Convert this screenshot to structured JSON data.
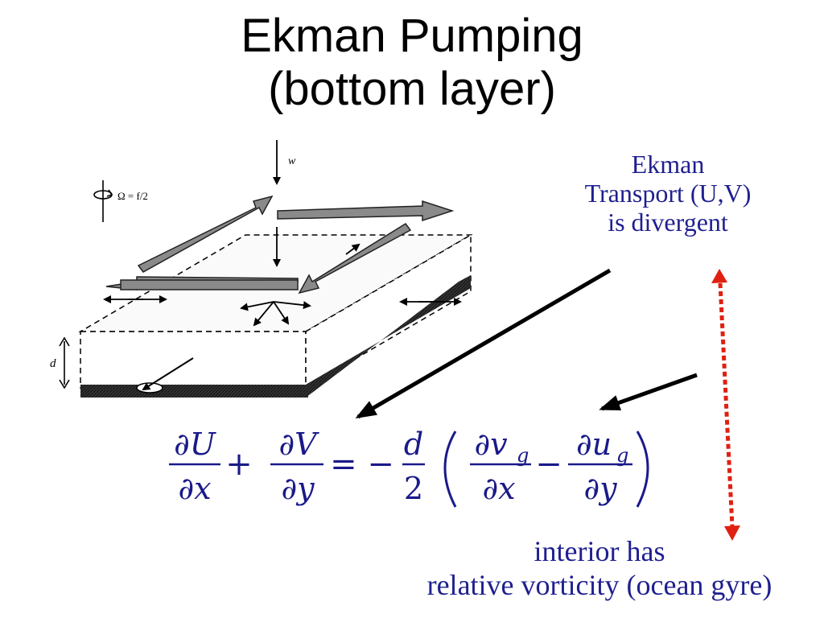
{
  "title": {
    "line1": "Ekman Pumping",
    "line2": "(bottom layer)"
  },
  "annotation_transport": {
    "line1": "Ekman",
    "line2": "Transport (U,V)",
    "line3": "is divergent"
  },
  "annotation_interior": {
    "line1": "interior has",
    "line2": "relative vorticity (ocean gyre)"
  },
  "figure_labels": {
    "vertical_velocity": "w",
    "rotation": "Ω = f/2",
    "depth": "d"
  },
  "equation": {
    "lhs_term1_num": "∂U",
    "lhs_term1_den": "∂x",
    "plus": "+",
    "lhs_term2_num": "∂V",
    "lhs_term2_den": "∂y",
    "equals": "= −",
    "coef_num": "d",
    "coef_den": "2",
    "rhs_term1_num": "∂v",
    "rhs_term1_sub": "g",
    "rhs_term1_den": "∂x",
    "minus": "−",
    "rhs_term2_num": "∂u",
    "rhs_term2_sub": "g",
    "rhs_term2_den": "∂y"
  },
  "colors": {
    "annotation_text": "#1f1f8f",
    "equation_text": "#1a1a8a",
    "dotted_arrow": "#e02010",
    "pointer_arrow": "#000000"
  }
}
